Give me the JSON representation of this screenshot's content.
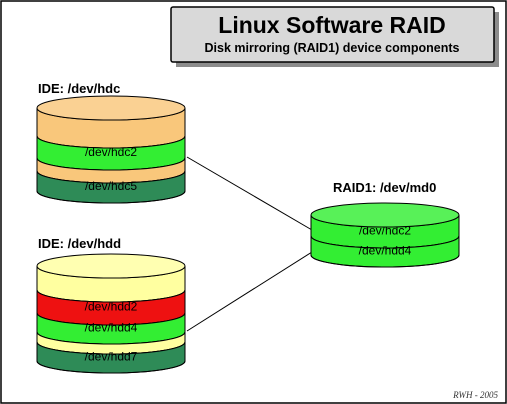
{
  "title": {
    "main": "Linux Software RAID",
    "subtitle": "Disk mirroring (RAID1) device components"
  },
  "disks": [
    {
      "id": "hdc",
      "label": "IDE: /dev/hdc",
      "bands": [
        {
          "label": "",
          "color": "#f9c77b"
        },
        {
          "label": "/dev/hdc2",
          "color": "#33ee33"
        },
        {
          "label": "",
          "color": "#f9c77b"
        },
        {
          "label": "/dev/hdc5",
          "color": "#2e8b57"
        }
      ]
    },
    {
      "id": "hdd",
      "label": "IDE: /dev/hdd",
      "bands": [
        {
          "label": "",
          "color": "#ffffa0"
        },
        {
          "label": "/dev/hdd2",
          "color": "#ee1111"
        },
        {
          "label": "/dev/hdd4",
          "color": "#33ee33"
        },
        {
          "label": "",
          "color": "#ffffa0"
        },
        {
          "label": "/dev/hdd7",
          "color": "#2e8b57"
        }
      ]
    },
    {
      "id": "md0",
      "label": "RAID1: /dev/md0",
      "bands": [
        {
          "label": "/dev/hdc2",
          "color": "#33ee33"
        },
        {
          "label": "/dev/hdd4",
          "color": "#33ee33"
        }
      ]
    }
  ],
  "connections": [
    {
      "from": "hdc2",
      "to": "md0"
    },
    {
      "from": "hdd4",
      "to": "md0"
    }
  ],
  "credit": "RWH - 2005",
  "colors": {
    "border": "#000000",
    "title_box": "#d9d9d9",
    "shadow": "#8c8c8c",
    "top_face_shade": 0.18
  }
}
